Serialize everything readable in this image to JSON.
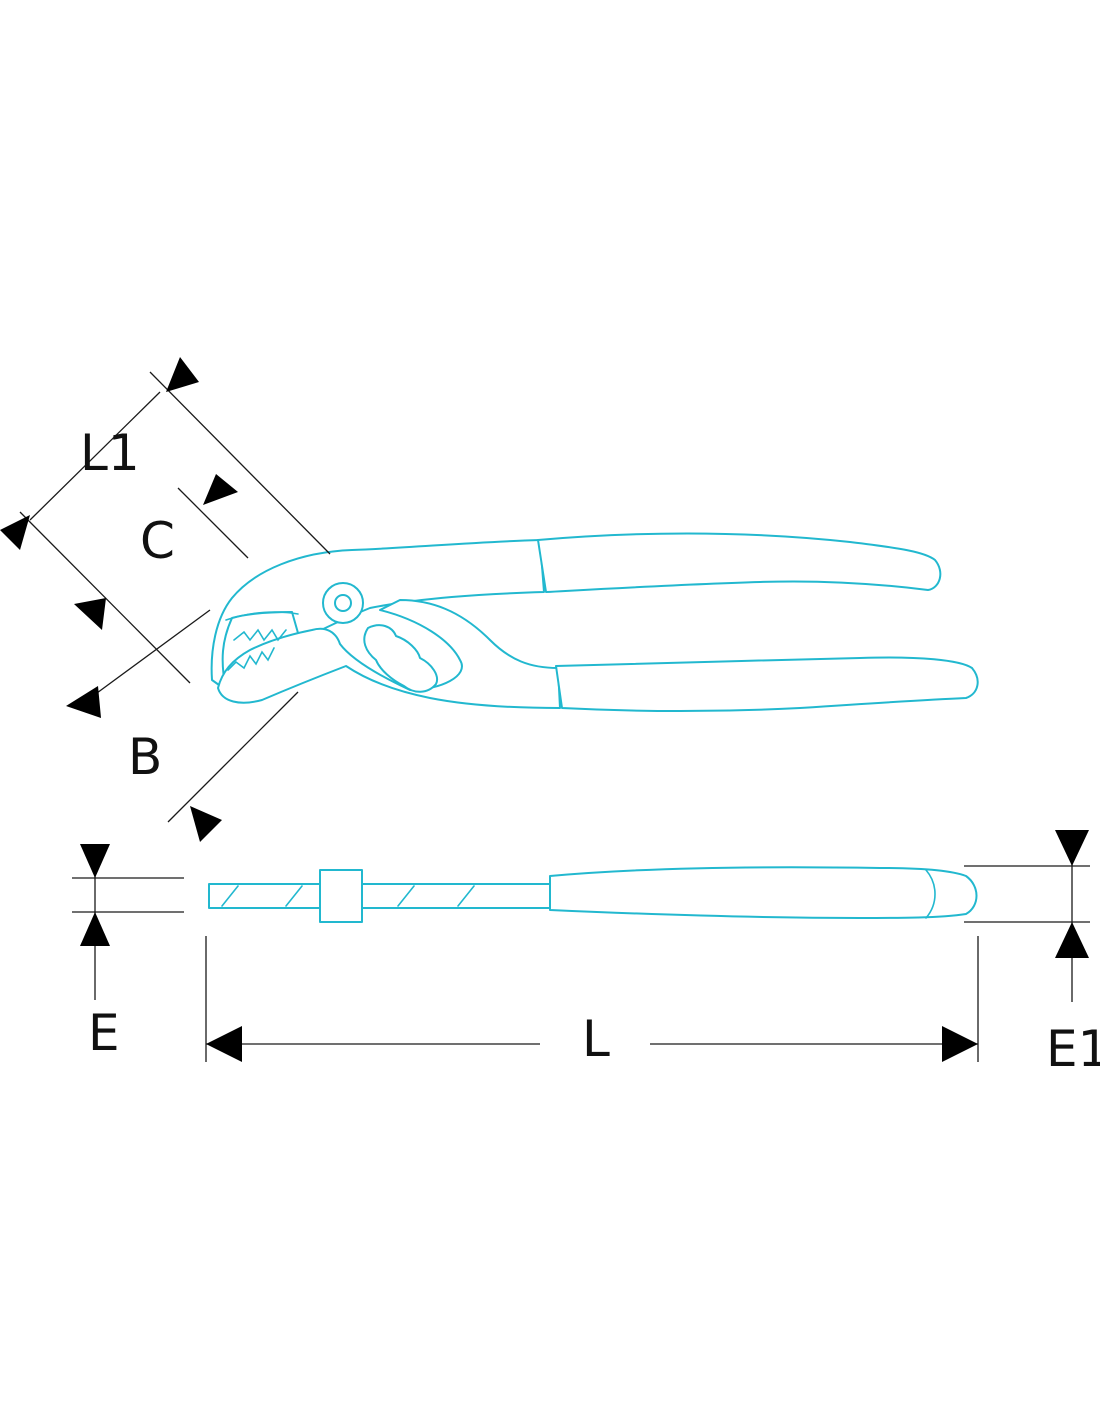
{
  "colors": {
    "tool_outline": "#22b8cf",
    "dimension_lines": "#1a1a1a"
  },
  "labels": {
    "l1": "L1",
    "c": "C",
    "b": "B",
    "e": "E",
    "l": "L",
    "e1": "E1"
  }
}
